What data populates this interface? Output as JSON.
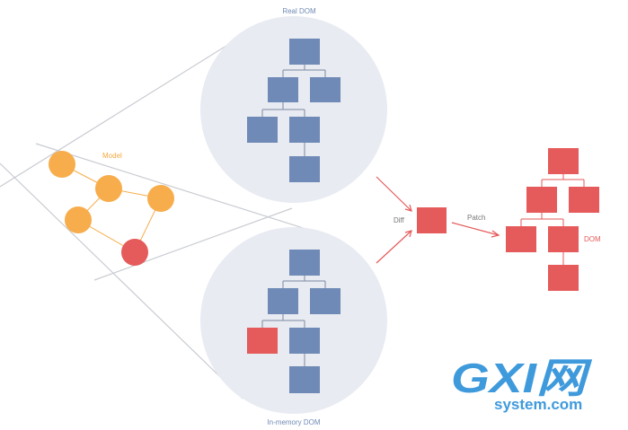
{
  "labels": {
    "real_dom": "Real DOM",
    "in_memory_dom": "In-memory DOM",
    "model": "Model",
    "diff": "Diff",
    "patch": "Patch",
    "dom": "DOM"
  },
  "watermark": {
    "logo_letters": "GXI网",
    "domain": "system.com"
  },
  "colors": {
    "node_blue": "#6f8ab6",
    "node_red": "#e55a5a",
    "model_orange": "#f7ad4c",
    "circle_bg": "#e8ebf2",
    "label_blue": "#6f8ab6",
    "label_orange": "#f5a940",
    "label_red": "#e55a5a",
    "watermark_blue": "#2a8fd8"
  }
}
